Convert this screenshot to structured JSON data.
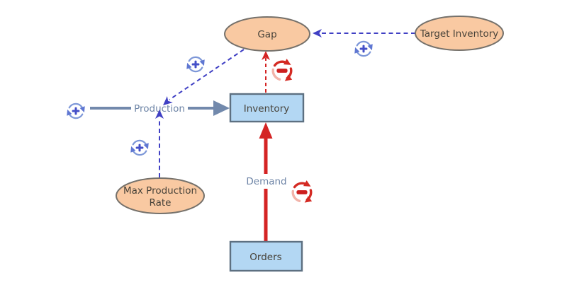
{
  "diagram": {
    "nodes": {
      "gap": {
        "label": "Gap",
        "shape": "ellipse"
      },
      "target_inventory": {
        "label": "Target Inventory",
        "shape": "ellipse"
      },
      "max_production_rate": {
        "label_line1": "Max Production",
        "label_line2": "Rate",
        "shape": "ellipse"
      },
      "inventory": {
        "label": "Inventory",
        "shape": "rectangle"
      },
      "orders": {
        "label": "Orders",
        "shape": "rectangle"
      }
    },
    "flow_labels": {
      "production": "Production",
      "demand": "Demand"
    },
    "edges": [
      {
        "from": "Target Inventory",
        "to": "Gap",
        "polarity": "+",
        "style": "dashed",
        "color": "#4040c4"
      },
      {
        "from": "Inventory",
        "to": "Gap",
        "polarity": "-",
        "style": "dashed",
        "color": "#d42323"
      },
      {
        "from": "Gap",
        "to": "Production",
        "polarity": "+",
        "style": "dashed",
        "color": "#4040c4"
      },
      {
        "from": "Max Production Rate",
        "to": "Production",
        "polarity": "+",
        "style": "dashed",
        "color": "#4040c4"
      },
      {
        "from": "Production",
        "to": "Inventory",
        "polarity": "+",
        "style": "solid",
        "color": "#7289ac"
      },
      {
        "from": "Orders",
        "to": "Inventory",
        "label": "Demand",
        "polarity": "-",
        "style": "solid",
        "color": "#d42323"
      }
    ],
    "icons": {
      "plus": "circular-arrow-plus-icon",
      "minus": "circular-arrow-minus-icon"
    },
    "colors": {
      "ellipse_fill": "#f9c9a2",
      "ellipse_stroke": "#75716b",
      "box_fill": "#b3d7f3",
      "box_stroke": "#5d7081",
      "solid_arrow": "#7289ac",
      "dashed_blue": "#4040c4",
      "red": "#d42323",
      "node_text": "#474239",
      "flow_label_text": "#6d84a6",
      "background": "#ffffff"
    }
  }
}
